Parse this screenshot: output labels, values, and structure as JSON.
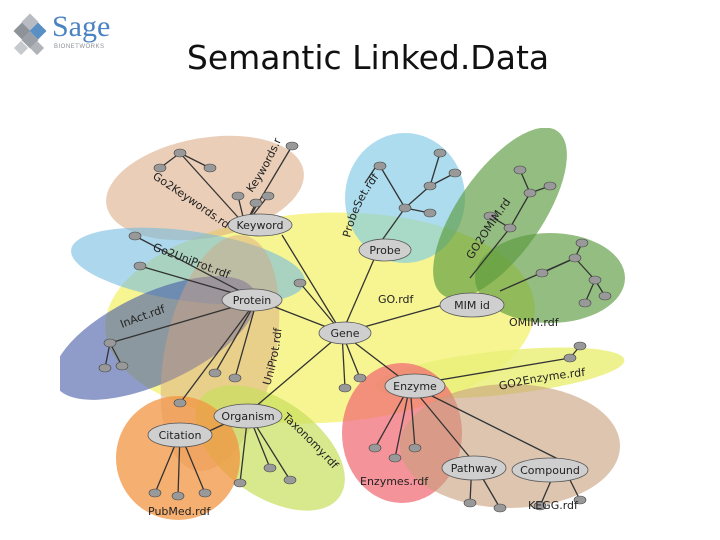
{
  "slide": {
    "title": "Semantic Linked.Data"
  },
  "logo": {
    "name": "Sage",
    "tagline": "BIONETWORKS"
  },
  "diagram": {
    "nodes": {
      "keyword": "Keyword",
      "probe": "Probe",
      "protein": "Protein",
      "gene": "Gene",
      "mim_id": "MIM id",
      "enzyme": "Enzyme",
      "organism": "Organism",
      "citation": "Citation",
      "pathway": "Pathway",
      "compound": "Compound"
    },
    "datasets": {
      "go2keywords": "Go2Keywords.rdf",
      "keywords": "Keywords.rdf",
      "probeset": "ProbeSet.rdf",
      "go2omim": "GO2OMIM.rdf",
      "go2uniprot": "Go2UniProt.rdf",
      "go": "GO.rdf",
      "inact": "InAct.rdf",
      "uniprot": "UniProt.rdf",
      "omim": "OMIM.rdf",
      "go2enzyme": "GO2Enzyme.rdf",
      "taxonomy": "Taxonomy.rdf",
      "enzymes": "Enzymes.rdf",
      "pubmed": "PubMed.rdf",
      "kegg": "KEGG.rdf"
    },
    "colors": {
      "go": "#f2ee4a",
      "keywords": "#d9a57c",
      "probeset": "#7fc9e3",
      "go2omim": "#5b9a3e",
      "go2uniprot": "#74bde0",
      "inact": "#4a5fa8",
      "uniprot": "#d5a181",
      "omim": "#5b9a3e",
      "go2enzyme": "#eaf07a",
      "taxonomy": "#c7de5d",
      "enzymes": "#f06a72",
      "pubmed": "#f29440",
      "kegg": "#c79e7c",
      "node": "#cfcfcf"
    }
  }
}
